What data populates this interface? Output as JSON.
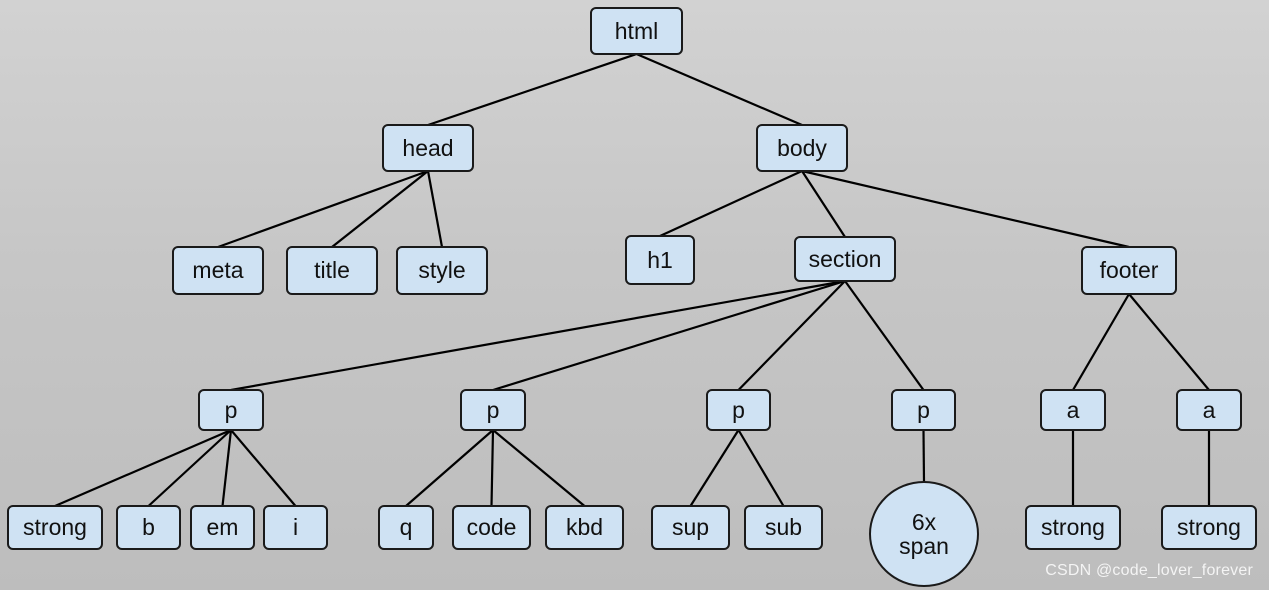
{
  "nodes": {
    "html": "html",
    "head": "head",
    "body": "body",
    "meta": "meta",
    "title": "title",
    "style": "style",
    "h1": "h1",
    "section": "section",
    "footer": "footer",
    "p1": "p",
    "p2": "p",
    "p3": "p",
    "p4": "p",
    "a1": "a",
    "a2": "a",
    "strong1": "strong",
    "b": "b",
    "em": "em",
    "i": "i",
    "q": "q",
    "code": "code",
    "kbd": "kbd",
    "sup": "sup",
    "sub": "sub",
    "span_count": "6x",
    "span_label": "span",
    "strong2": "strong",
    "strong3": "strong"
  },
  "edges": [
    [
      "html",
      "head"
    ],
    [
      "html",
      "body"
    ],
    [
      "head",
      "meta"
    ],
    [
      "head",
      "title"
    ],
    [
      "head",
      "style"
    ],
    [
      "body",
      "h1"
    ],
    [
      "body",
      "section"
    ],
    [
      "body",
      "footer"
    ],
    [
      "section",
      "p1"
    ],
    [
      "section",
      "p2"
    ],
    [
      "section",
      "p3"
    ],
    [
      "section",
      "p4"
    ],
    [
      "p1",
      "strong1"
    ],
    [
      "p1",
      "b"
    ],
    [
      "p1",
      "em"
    ],
    [
      "p1",
      "i"
    ],
    [
      "p2",
      "q"
    ],
    [
      "p2",
      "code"
    ],
    [
      "p2",
      "kbd"
    ],
    [
      "p3",
      "sup"
    ],
    [
      "p3",
      "sub"
    ],
    [
      "p4",
      "span"
    ],
    [
      "footer",
      "a1"
    ],
    [
      "footer",
      "a2"
    ],
    [
      "a1",
      "strong2"
    ],
    [
      "a2",
      "strong3"
    ]
  ],
  "watermark": "CSDN @code_lover_forever",
  "colors": {
    "node_fill": "#cfe2f3",
    "node_border": "#1a1a1a",
    "edge": "#000000"
  }
}
